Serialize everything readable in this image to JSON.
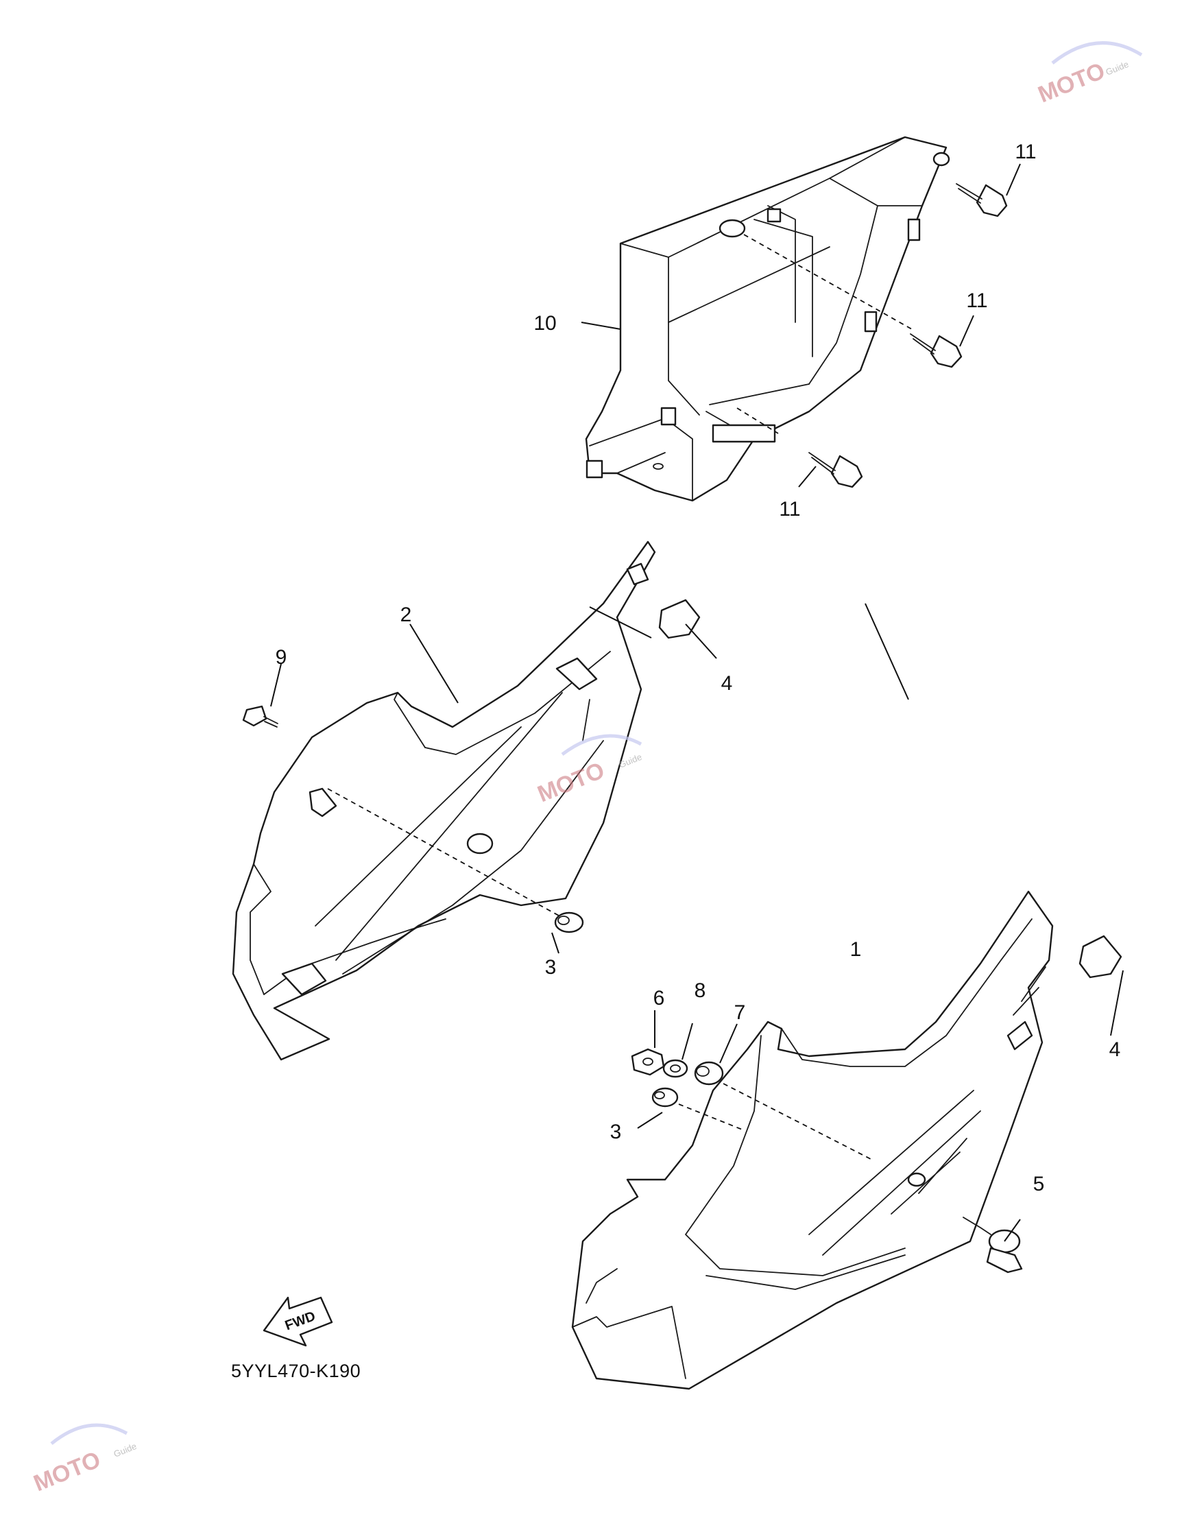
{
  "diagram": {
    "reference_code": "5YYL470-K190",
    "fwd_label": "FWD",
    "callouts": {
      "c1": "1",
      "c2": "2",
      "c3a": "3",
      "c3b": "3",
      "c4a": "4",
      "c4b": "4",
      "c5": "5",
      "c6": "6",
      "c7": "7",
      "c8": "8",
      "c9": "9",
      "c10": "10",
      "c11a": "11",
      "c11b": "11",
      "c11c": "11"
    }
  },
  "watermark": {
    "brand": "MOTO",
    "sub": "Guide",
    "color": "#c9737a"
  }
}
